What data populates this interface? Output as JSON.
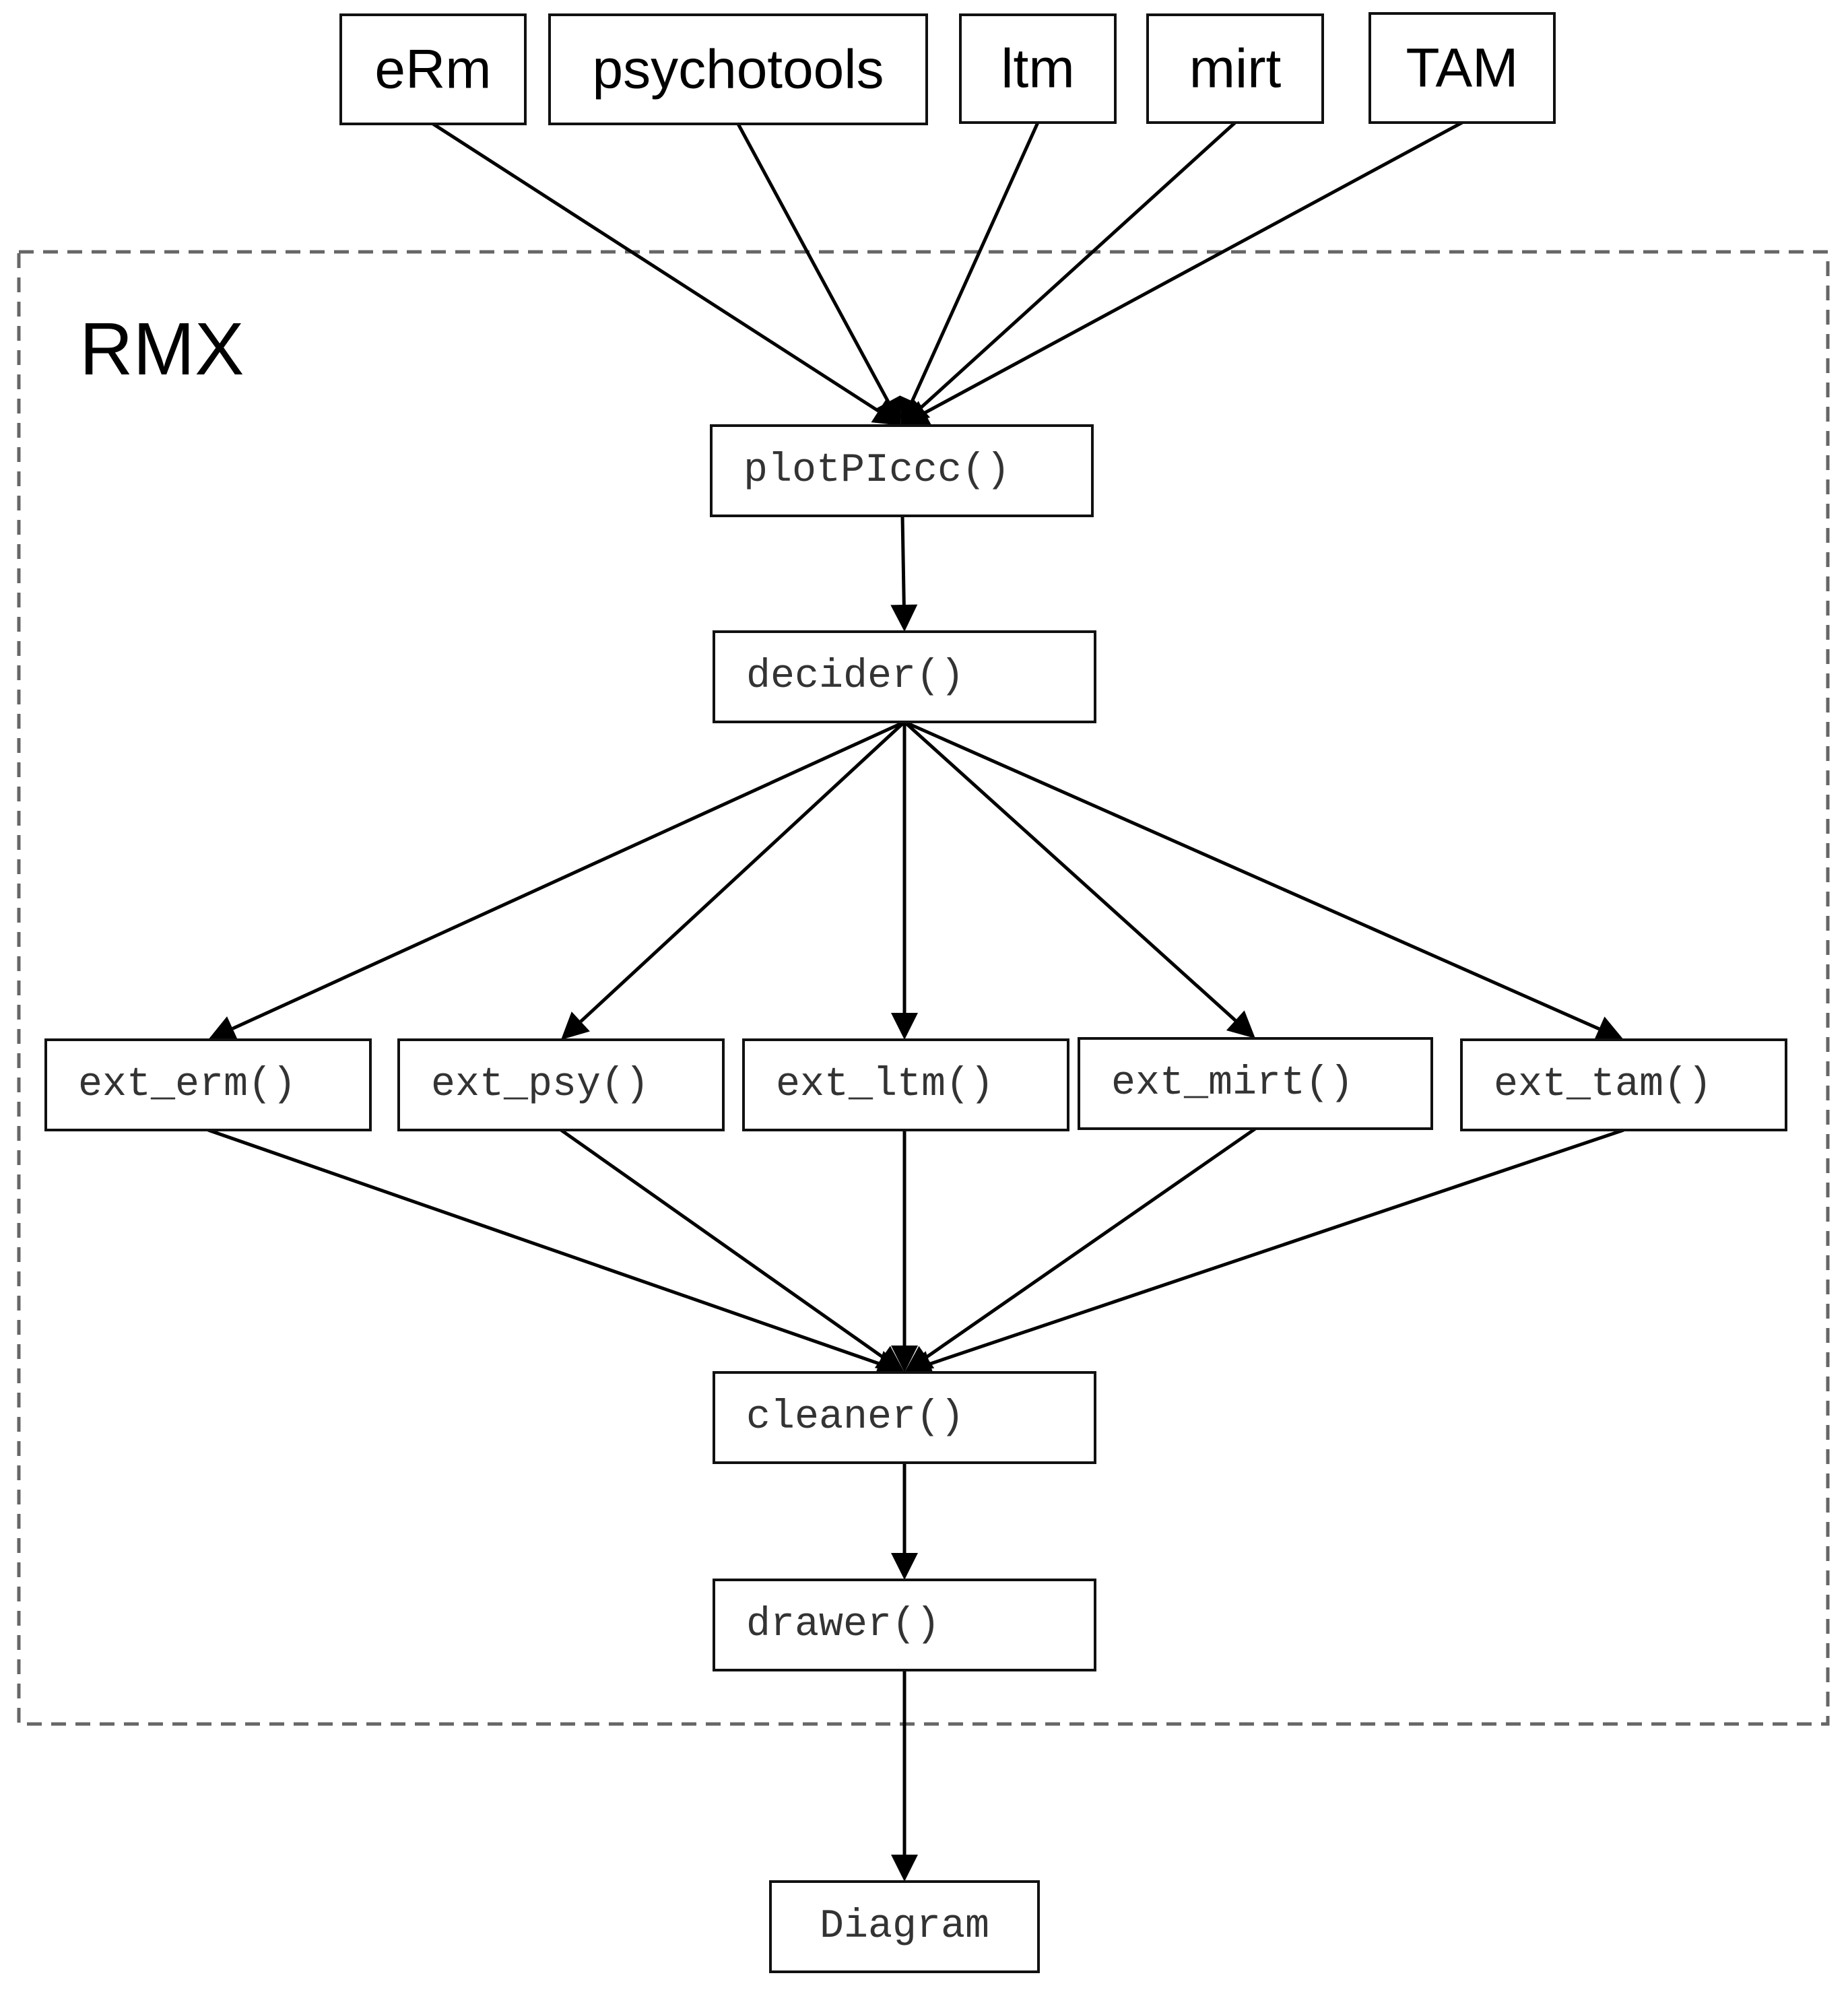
{
  "container": {
    "label": "RMX"
  },
  "nodes": {
    "erm_pkg": "eRm",
    "psychotools_pkg": "psychotools",
    "ltm_pkg": "ltm",
    "mirt_pkg": "mirt",
    "tam_pkg": "TAM",
    "plotpiccc": "plotPIccc()",
    "decider": "decider()",
    "ext_erm": "ext_erm()",
    "ext_psy": "ext_psy()",
    "ext_ltm": "ext_ltm()",
    "ext_mirt": "ext_mirt()",
    "ext_tam": "ext_tam()",
    "cleaner": "cleaner()",
    "drawer": "drawer()",
    "diagram": "Diagram"
  },
  "edges": [
    [
      "erm_pkg",
      "plotpiccc"
    ],
    [
      "psychotools_pkg",
      "plotpiccc"
    ],
    [
      "ltm_pkg",
      "plotpiccc"
    ],
    [
      "mirt_pkg",
      "plotpiccc"
    ],
    [
      "tam_pkg",
      "plotpiccc"
    ],
    [
      "plotpiccc",
      "decider"
    ],
    [
      "decider",
      "ext_erm"
    ],
    [
      "decider",
      "ext_psy"
    ],
    [
      "decider",
      "ext_ltm"
    ],
    [
      "decider",
      "ext_mirt"
    ],
    [
      "decider",
      "ext_tam"
    ],
    [
      "ext_erm",
      "cleaner"
    ],
    [
      "ext_psy",
      "cleaner"
    ],
    [
      "ext_ltm",
      "cleaner"
    ],
    [
      "ext_mirt",
      "cleaner"
    ],
    [
      "ext_tam",
      "cleaner"
    ],
    [
      "cleaner",
      "drawer"
    ],
    [
      "drawer",
      "diagram"
    ]
  ]
}
